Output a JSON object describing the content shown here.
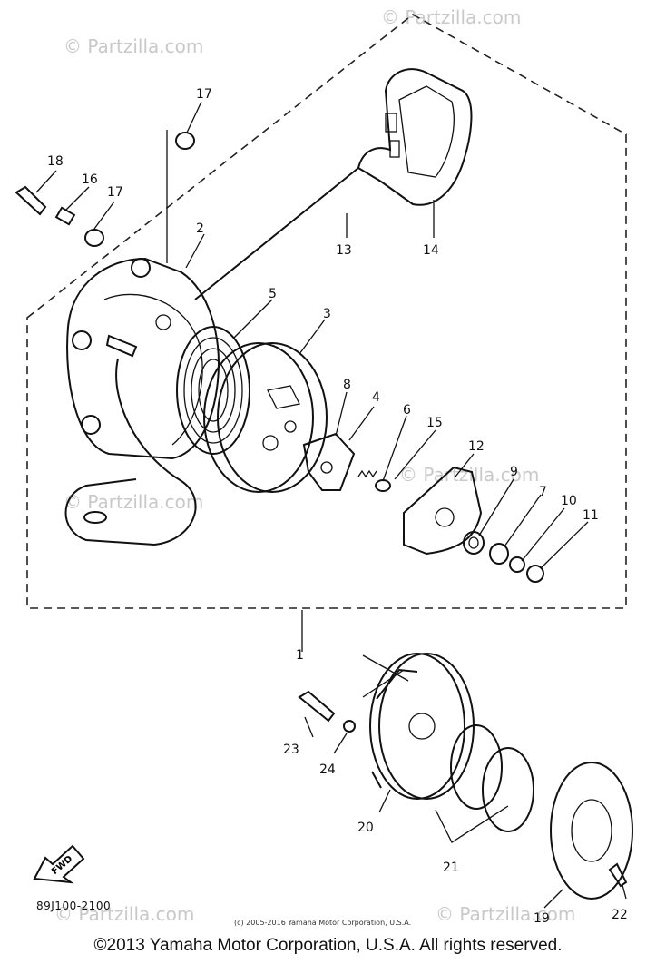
{
  "watermark": "© Partzilla.com",
  "fwd_label": "FWD",
  "diagram_code": "89J100-2100",
  "small_copyright": "(c) 2005-2016 Yamaha Motor Corporation, U.S.A.",
  "copyright": "©2013 Yamaha Motor Corporation, U.S.A. All rights reserved.",
  "callouts": [
    "1",
    "2",
    "3",
    "4",
    "5",
    "6",
    "7",
    "8",
    "9",
    "10",
    "11",
    "12",
    "13",
    "14",
    "15",
    "16",
    "17",
    "17",
    "18",
    "19",
    "20",
    "21",
    "22",
    "23",
    "24"
  ]
}
